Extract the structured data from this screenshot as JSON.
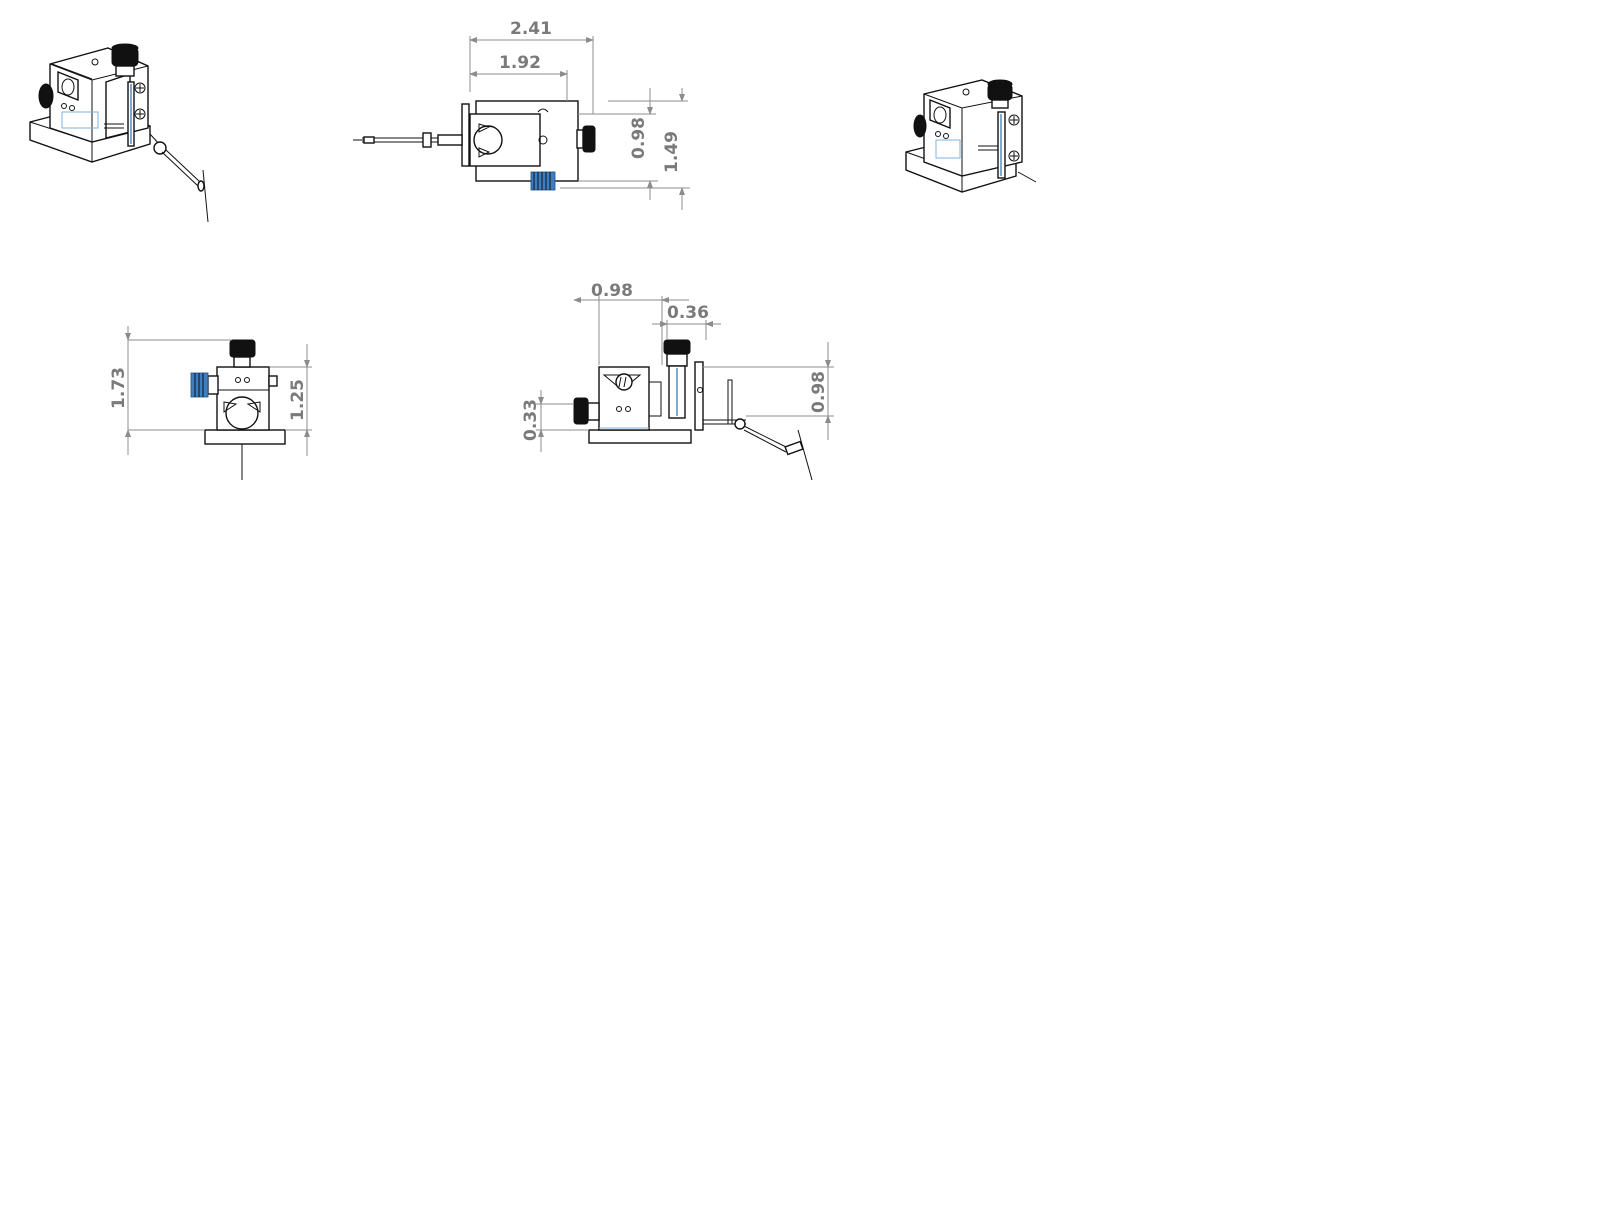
{
  "views": {
    "top": {
      "overall_width": "2.41",
      "inner_width": "1.92",
      "inner_height": "0.98",
      "overall_height": "1.49"
    },
    "front": {
      "total_height": "1.73",
      "body_height": "1.25"
    },
    "side": {
      "body_width": "0.98",
      "clamp_offset": "0.36",
      "knob_height": "0.33",
      "body_height": "0.98"
    }
  }
}
